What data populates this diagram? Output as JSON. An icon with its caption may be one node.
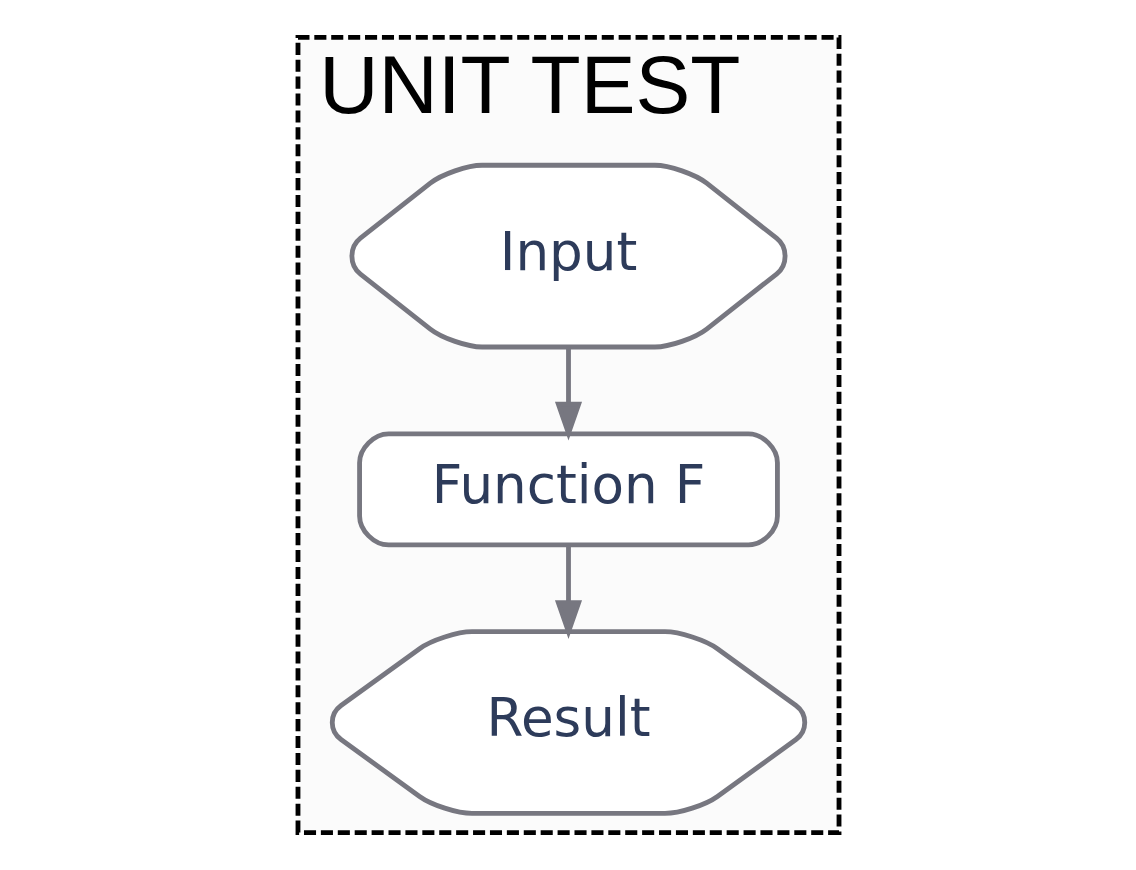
{
  "diagram": {
    "nodes": [
      {
        "text": [
          "UNIT TEST"
        ]
      },
      {
        "text": [
          "Input"
        ],
        "in": 0
      },
      {
        "text": [
          "Function F"
        ],
        "in": 0
      },
      {
        "text": [
          "Result"
        ],
        "in": 0
      }
    ],
    "edges": [
      {
        "from": 1,
        "to": 2,
        "arrow": "to"
      },
      {
        "from": 2,
        "to": 3,
        "arrow": "to"
      }
    ]
  }
}
